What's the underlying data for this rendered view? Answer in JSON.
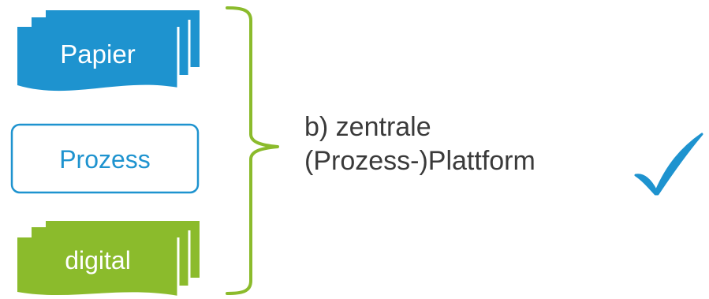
{
  "colors": {
    "blue": "#1e93cf",
    "green": "#8bbb2c",
    "text": "#3a3a3a",
    "white": "#ffffff"
  },
  "stacks": [
    {
      "label": "Papier",
      "style": "filled",
      "color": "blue"
    },
    {
      "label": "Prozess",
      "style": "outline",
      "color": "blue"
    },
    {
      "label": "digital",
      "style": "filled",
      "color": "green"
    }
  ],
  "result": {
    "line1": "b) zentrale",
    "line2": "(Prozess-)Plattform"
  },
  "icons": {
    "bracket": "right-curly-brace",
    "check": "checkmark"
  }
}
